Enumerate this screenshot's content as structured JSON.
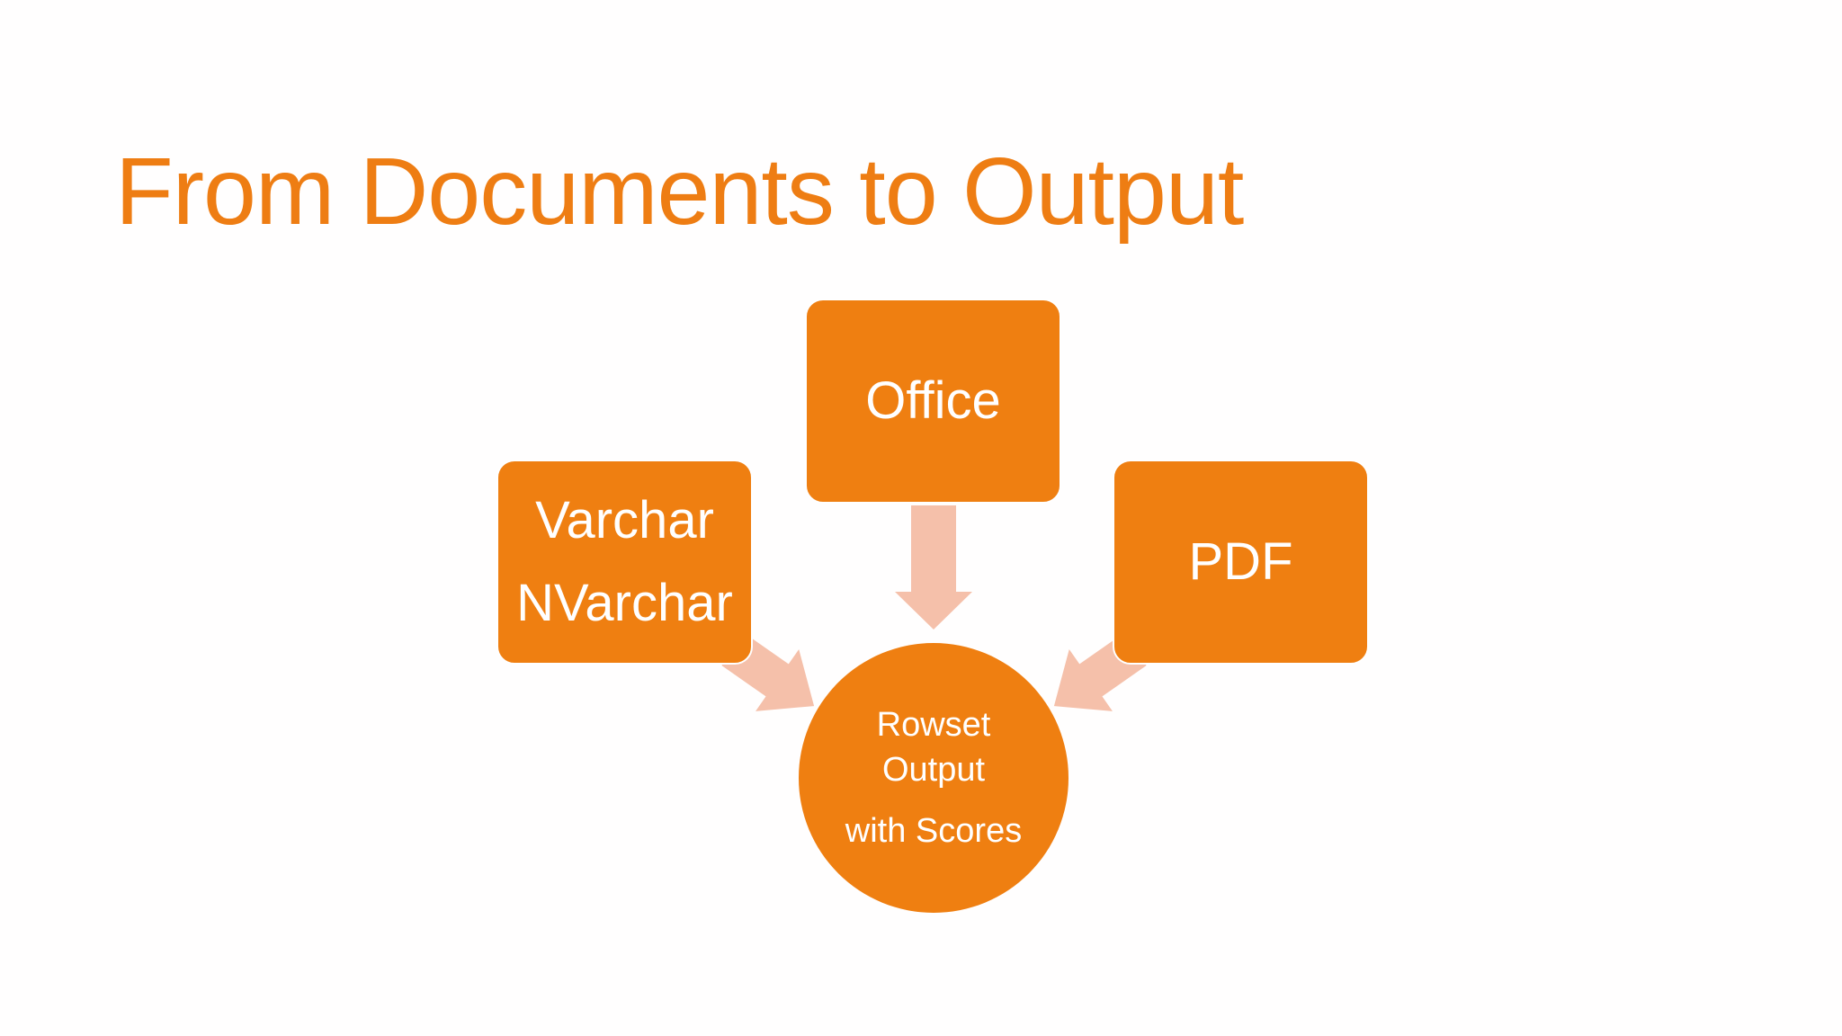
{
  "slide": {
    "title": "From Documents to Output"
  },
  "diagram": {
    "sources": [
      {
        "id": "office",
        "lines": [
          "Office"
        ]
      },
      {
        "id": "varchar",
        "lines": [
          "Varchar",
          "NVarchar"
        ]
      },
      {
        "id": "pdf",
        "lines": [
          "PDF"
        ]
      }
    ],
    "target": {
      "lines": [
        "Rowset",
        "Output",
        "with Scores"
      ]
    }
  },
  "colors": {
    "title": "#ee7d13",
    "box_fill": "#ef7f11",
    "box_text": "#ffffff",
    "arrow": "#f5c0aa",
    "background": "#fffefe"
  }
}
